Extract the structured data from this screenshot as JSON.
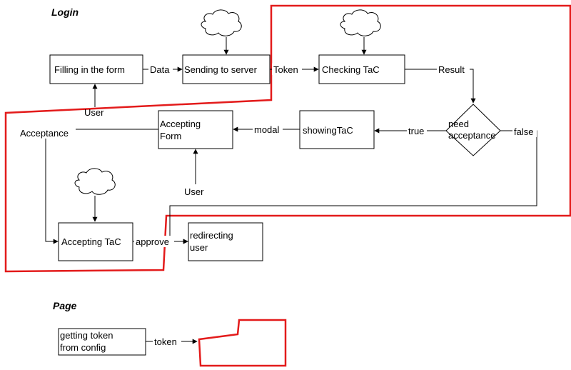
{
  "sections": {
    "login": "Login",
    "page": "Page"
  },
  "nodes": {
    "filling_form": "Filling in the form",
    "sending_server": "Sending to server",
    "checking_tac": "Checking TaC",
    "need_acceptance_1": "need",
    "need_acceptance_2": "acceptance",
    "showing_tac": "showingTaC",
    "accepting_form_1": "Accepting",
    "accepting_form_2": "Form",
    "accepting_tac": "Accepting TaC",
    "redirecting_1": "redirecting",
    "redirecting_2": "user",
    "getting_token_1": "getting token",
    "getting_token_2": "from config"
  },
  "edges": {
    "data": "Data",
    "token": "Token",
    "result": "Result",
    "true": "true",
    "false": "false",
    "modal": "modal",
    "user_top": "User",
    "user_mid": "User",
    "acceptance": "Acceptance",
    "approve": "approve",
    "token_page": "token"
  },
  "colors": {
    "highlight": "#e31b1b"
  }
}
